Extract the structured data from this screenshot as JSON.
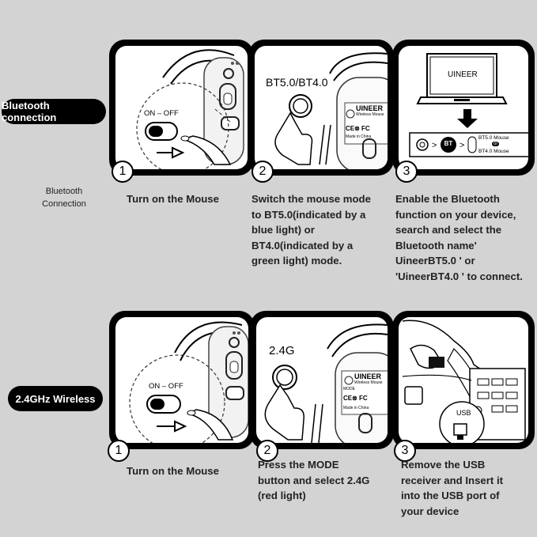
{
  "section_bt": {
    "pill_label": "Bluetooth connection",
    "side_label": "Bluetooth\nConnection",
    "steps": [
      {
        "number": "1",
        "switch_text": "ON – OFF",
        "desc": "Turn on the Mouse"
      },
      {
        "number": "2",
        "mode_text": "BT5.0/BT4.0",
        "desc": "Switch the mouse mode\nto BT5.0(indicated by a\nblue light) or\nBT4.0(indicated by a\ngreen light) mode."
      },
      {
        "number": "3",
        "laptop_text": "UINEER",
        "bt_badge": "BT",
        "option_1": "BT5.0 Mouse",
        "or_text": "or",
        "option_2": "BT4.0 Mouse",
        "desc": "Enable the Bluetooth\nfunction on your device,\nsearch and select the\nBluetooth name'\nUineerBT5.0 ' or\n'UineerBT4.0 ' to connect."
      }
    ]
  },
  "section_24": {
    "pill_label": "2.4GHz Wireless",
    "steps": [
      {
        "number": "1",
        "switch_text": "ON – OFF",
        "desc": "Turn on the Mouse"
      },
      {
        "number": "2",
        "mode_text": "2.4G",
        "desc": "Press the MODE\nbutton and select 2.4G\n(red light)"
      },
      {
        "number": "3",
        "usb_text": "USB",
        "desc": "Remove the USB\nreceiver and Insert it\ninto the USB port of\nyour device"
      }
    ]
  },
  "mouse_label": {
    "brand": "UINEER",
    "model": "Wireless Mouse",
    "mode": "MODE",
    "made_in": "Made in China",
    "certs": "CE⊗ FC"
  }
}
